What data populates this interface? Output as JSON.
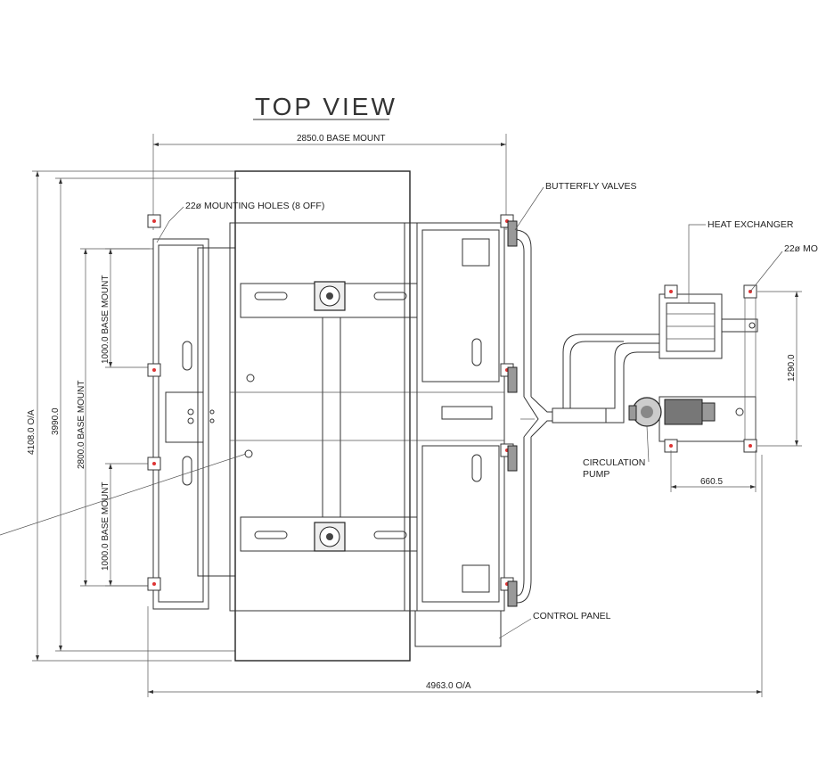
{
  "drawing": {
    "title": "TOP VIEW",
    "dimensions": {
      "base_mount_width": "2850.0 BASE MOUNT",
      "overall_length": "4963.0 O/A",
      "overall_width": "4108.0 O/A",
      "width_3990": "3990.0",
      "base_mount_2800": "2800.0 BASE MOUNT",
      "base_mount_1000_upper": "1000.0 BASE MOUNT",
      "base_mount_1000_lower": "1000.0 BASE MOUNT",
      "he_height": "1290.0",
      "pump_width": "660.5"
    },
    "callouts": {
      "mounting_holes": "22ø MOUNTING HOLES (8 OFF)",
      "mounting_holes_partial": "22ø MO",
      "butterfly_valves": "BUTTERFLY VALVES",
      "heat_exchanger": "HEAT EXCHANGER",
      "circulation_pump_line1": "CIRCULATION",
      "circulation_pump_line2": "PUMP",
      "control_panel": "CONTROL PANEL"
    }
  }
}
